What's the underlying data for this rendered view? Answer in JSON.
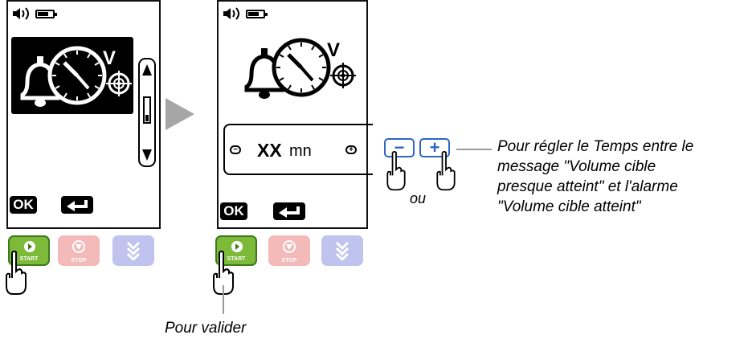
{
  "screen1": {
    "ok_label": "OK",
    "scroll_position": 0.6
  },
  "screen2": {
    "ok_label": "OK",
    "value_text": "XX",
    "unit_text": "mn",
    "minus_symbol": "−",
    "plus_symbol": "+"
  },
  "buttons": {
    "start_label": "START",
    "stop_label": "STOP"
  },
  "remote": {
    "minus_label": "−",
    "plus_label": "+",
    "or_label": "ou"
  },
  "annotations": {
    "adjust_note_lines": [
      "Pour régler le Temps entre le",
      "message \"Volume cible",
      "presque atteint\" et l'alarme",
      "\"Volume cible atteint\""
    ],
    "validate_note": "Pour valider"
  },
  "colors": {
    "start_green": "#7dba3a",
    "stop_pink": "#f4b9b9",
    "skip_lavender": "#bfc3ee",
    "plusminus_blue": "#2f66c4",
    "next_arrow_gray": "#a6a6a6"
  },
  "icons": [
    "speaker-icon",
    "battery-icon",
    "bell-clock-volume-target-icon",
    "return-icon",
    "pointing-hand-icon",
    "play-icon",
    "stop-icon",
    "skip-icon"
  ]
}
